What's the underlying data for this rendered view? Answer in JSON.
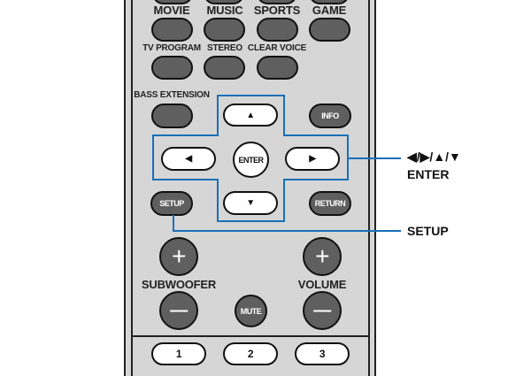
{
  "row1": {
    "labels": [
      "MOVIE",
      "MUSIC",
      "SPORTS",
      "GAME"
    ]
  },
  "row2": {
    "labels": [
      "TV PROGRAM",
      "STEREO",
      "CLEAR VOICE"
    ]
  },
  "bass_extension": "BASS EXTENSION",
  "info": "INFO",
  "enter": "ENTER",
  "setup": "SETUP",
  "return": "RETURN",
  "arrows": {
    "up": "▲",
    "down": "▼",
    "left": "◀",
    "right": "▶"
  },
  "subwoofer": "SUBWOOFER",
  "volume": "VOLUME",
  "plus": "+",
  "minus": "—",
  "mute": "MUTE",
  "numbers": [
    "1",
    "2",
    "3"
  ],
  "callouts": {
    "cursor": "◀/▶/▲/▼",
    "enter": "ENTER",
    "setup": "SETUP"
  },
  "colors": {
    "highlight": "#1a6fb8"
  }
}
